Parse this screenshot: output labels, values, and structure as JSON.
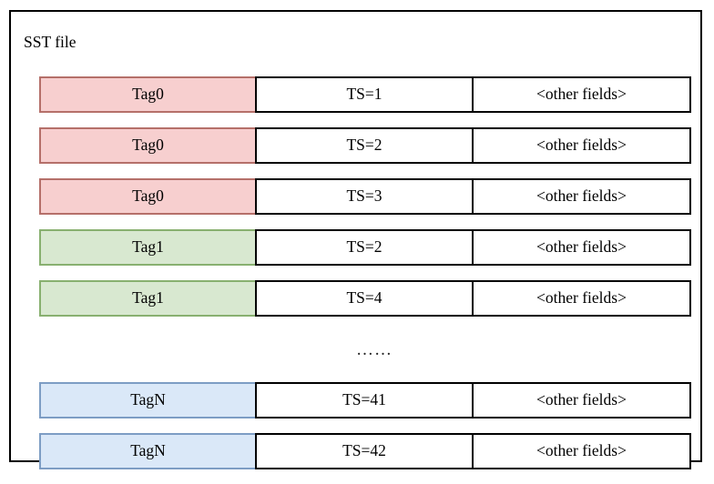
{
  "figure": {
    "container_label": "SST file",
    "colors": {
      "pink_fill": "#f7cfcf",
      "pink_border": "#b5706a",
      "green_fill": "#d8e8d0",
      "green_border": "#88b070",
      "blue_fill": "#dae8f8",
      "blue_border": "#7d9dc4",
      "frame_border": "#000000",
      "cell_border": "#000000",
      "background": "#ffffff"
    },
    "columns": [
      "tag",
      "timestamp",
      "other"
    ],
    "ellipsis": "……",
    "rows": [
      {
        "tag": "Tag0",
        "timestamp": "TS=1",
        "other": "<other fields>",
        "color": "pink"
      },
      {
        "tag": "Tag0",
        "timestamp": "TS=2",
        "other": "<other fields>",
        "color": "pink"
      },
      {
        "tag": "Tag0",
        "timestamp": "TS=3",
        "other": "<other fields>",
        "color": "pink"
      },
      {
        "tag": "Tag1",
        "timestamp": "TS=2",
        "other": "<other fields>",
        "color": "green"
      },
      {
        "tag": "Tag1",
        "timestamp": "TS=4",
        "other": "<other fields>",
        "color": "green"
      },
      {
        "tag": "TagN",
        "timestamp": "TS=41",
        "other": "<other fields>",
        "color": "blue"
      },
      {
        "tag": "TagN",
        "timestamp": "TS=42",
        "other": "<other fields>",
        "color": "blue"
      }
    ],
    "ellipsis_after_row_index": 4
  }
}
